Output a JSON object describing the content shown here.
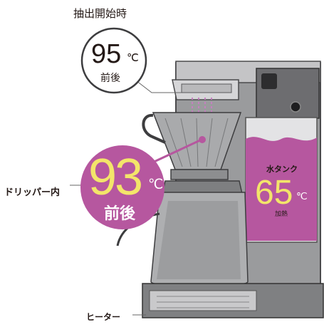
{
  "labels": {
    "extraction_start": "抽出開始時",
    "dripper_inside": "ドリッパー内",
    "heater": "ヒーター"
  },
  "circle_start": {
    "value": "95",
    "unit": "℃",
    "qualifier": "前後"
  },
  "circle_dripper": {
    "value": "93",
    "unit": "℃",
    "qualifier": "前後"
  },
  "water_tank": {
    "title": "水タンク",
    "value": "65",
    "unit": "℃",
    "subtitle": "加熱"
  },
  "colors": {
    "accent_purple": "#b6579f",
    "number_yellow": "#f3e56a",
    "machine_gray": "#8a8b8d",
    "machine_dark": "#4a4a4c",
    "outline": "#231815"
  }
}
